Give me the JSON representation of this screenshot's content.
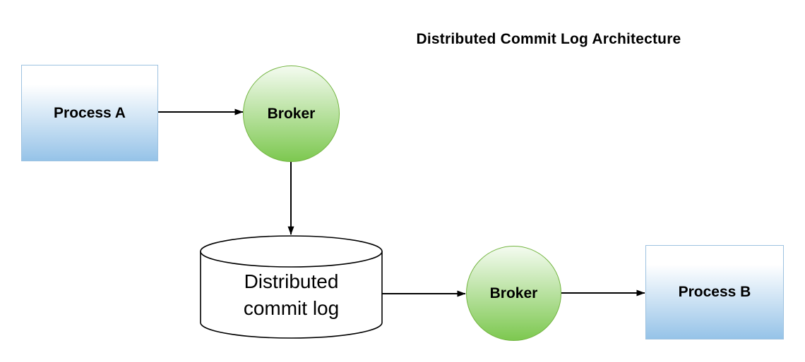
{
  "title": "Distributed Commit Log Architecture",
  "nodes": {
    "process_a": {
      "label": "Process A",
      "type": "process"
    },
    "broker_1": {
      "label": "Broker",
      "type": "broker"
    },
    "commit_log": {
      "lines": [
        "Distributed",
        "commit log"
      ],
      "type": "datastore"
    },
    "broker_2": {
      "label": "Broker",
      "type": "broker"
    },
    "process_b": {
      "label": "Process B",
      "type": "process"
    }
  },
  "edges": [
    {
      "from": "process_a",
      "to": "broker_1"
    },
    {
      "from": "broker_1",
      "to": "commit_log"
    },
    {
      "from": "commit_log",
      "to": "broker_2"
    },
    {
      "from": "broker_2",
      "to": "process_b"
    }
  ],
  "theme": {
    "background": "#ffffff",
    "line": "#000000",
    "text": "#000000",
    "process_fill_top": "#ffffff",
    "process_fill_bottom": "#96c3e8",
    "process_border": "#9dc2e0",
    "broker_fill_top": "#f4fbf0",
    "broker_fill_bottom": "#7dc850",
    "broker_border": "#74b542",
    "cylinder_fill": "#ffffff",
    "cylinder_stroke": "#000000"
  }
}
